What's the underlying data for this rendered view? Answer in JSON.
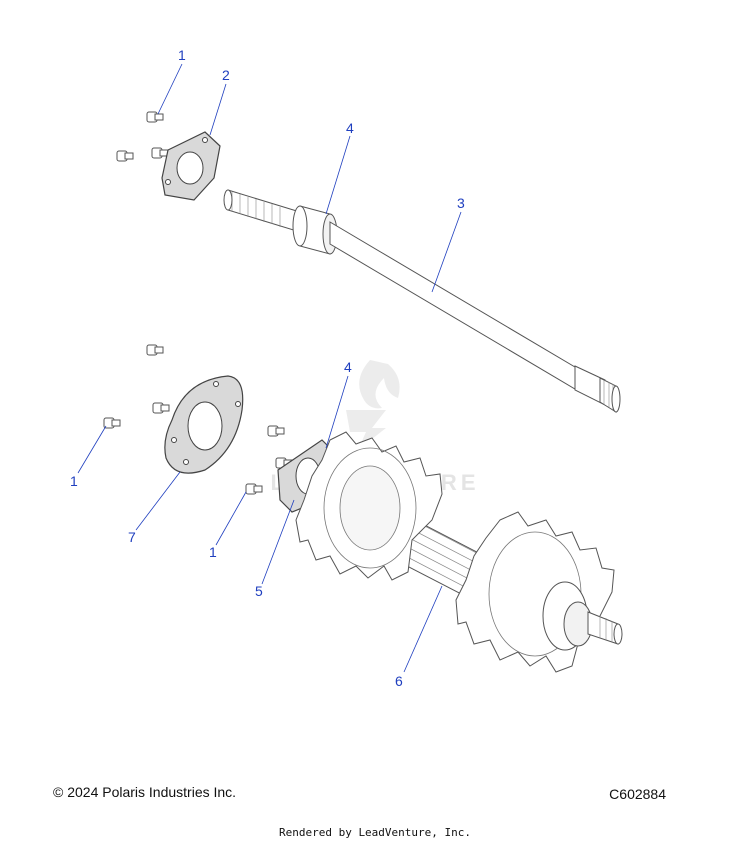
{
  "watermark": "LEADVENTURE",
  "callouts": {
    "c1a": "1",
    "c2": "2",
    "c3": "3",
    "c4a": "4",
    "c4b": "4",
    "c1b": "1",
    "c7": "7",
    "c1c": "1",
    "c5": "5",
    "c6": "6"
  },
  "footer": {
    "copyright": "© 2024 Polaris Industries Inc.",
    "diagram_code": "C602884",
    "rendered_by": "Rendered by LeadVenture, Inc."
  },
  "colors": {
    "callout": "#1f3fbf",
    "line": "#555555"
  }
}
